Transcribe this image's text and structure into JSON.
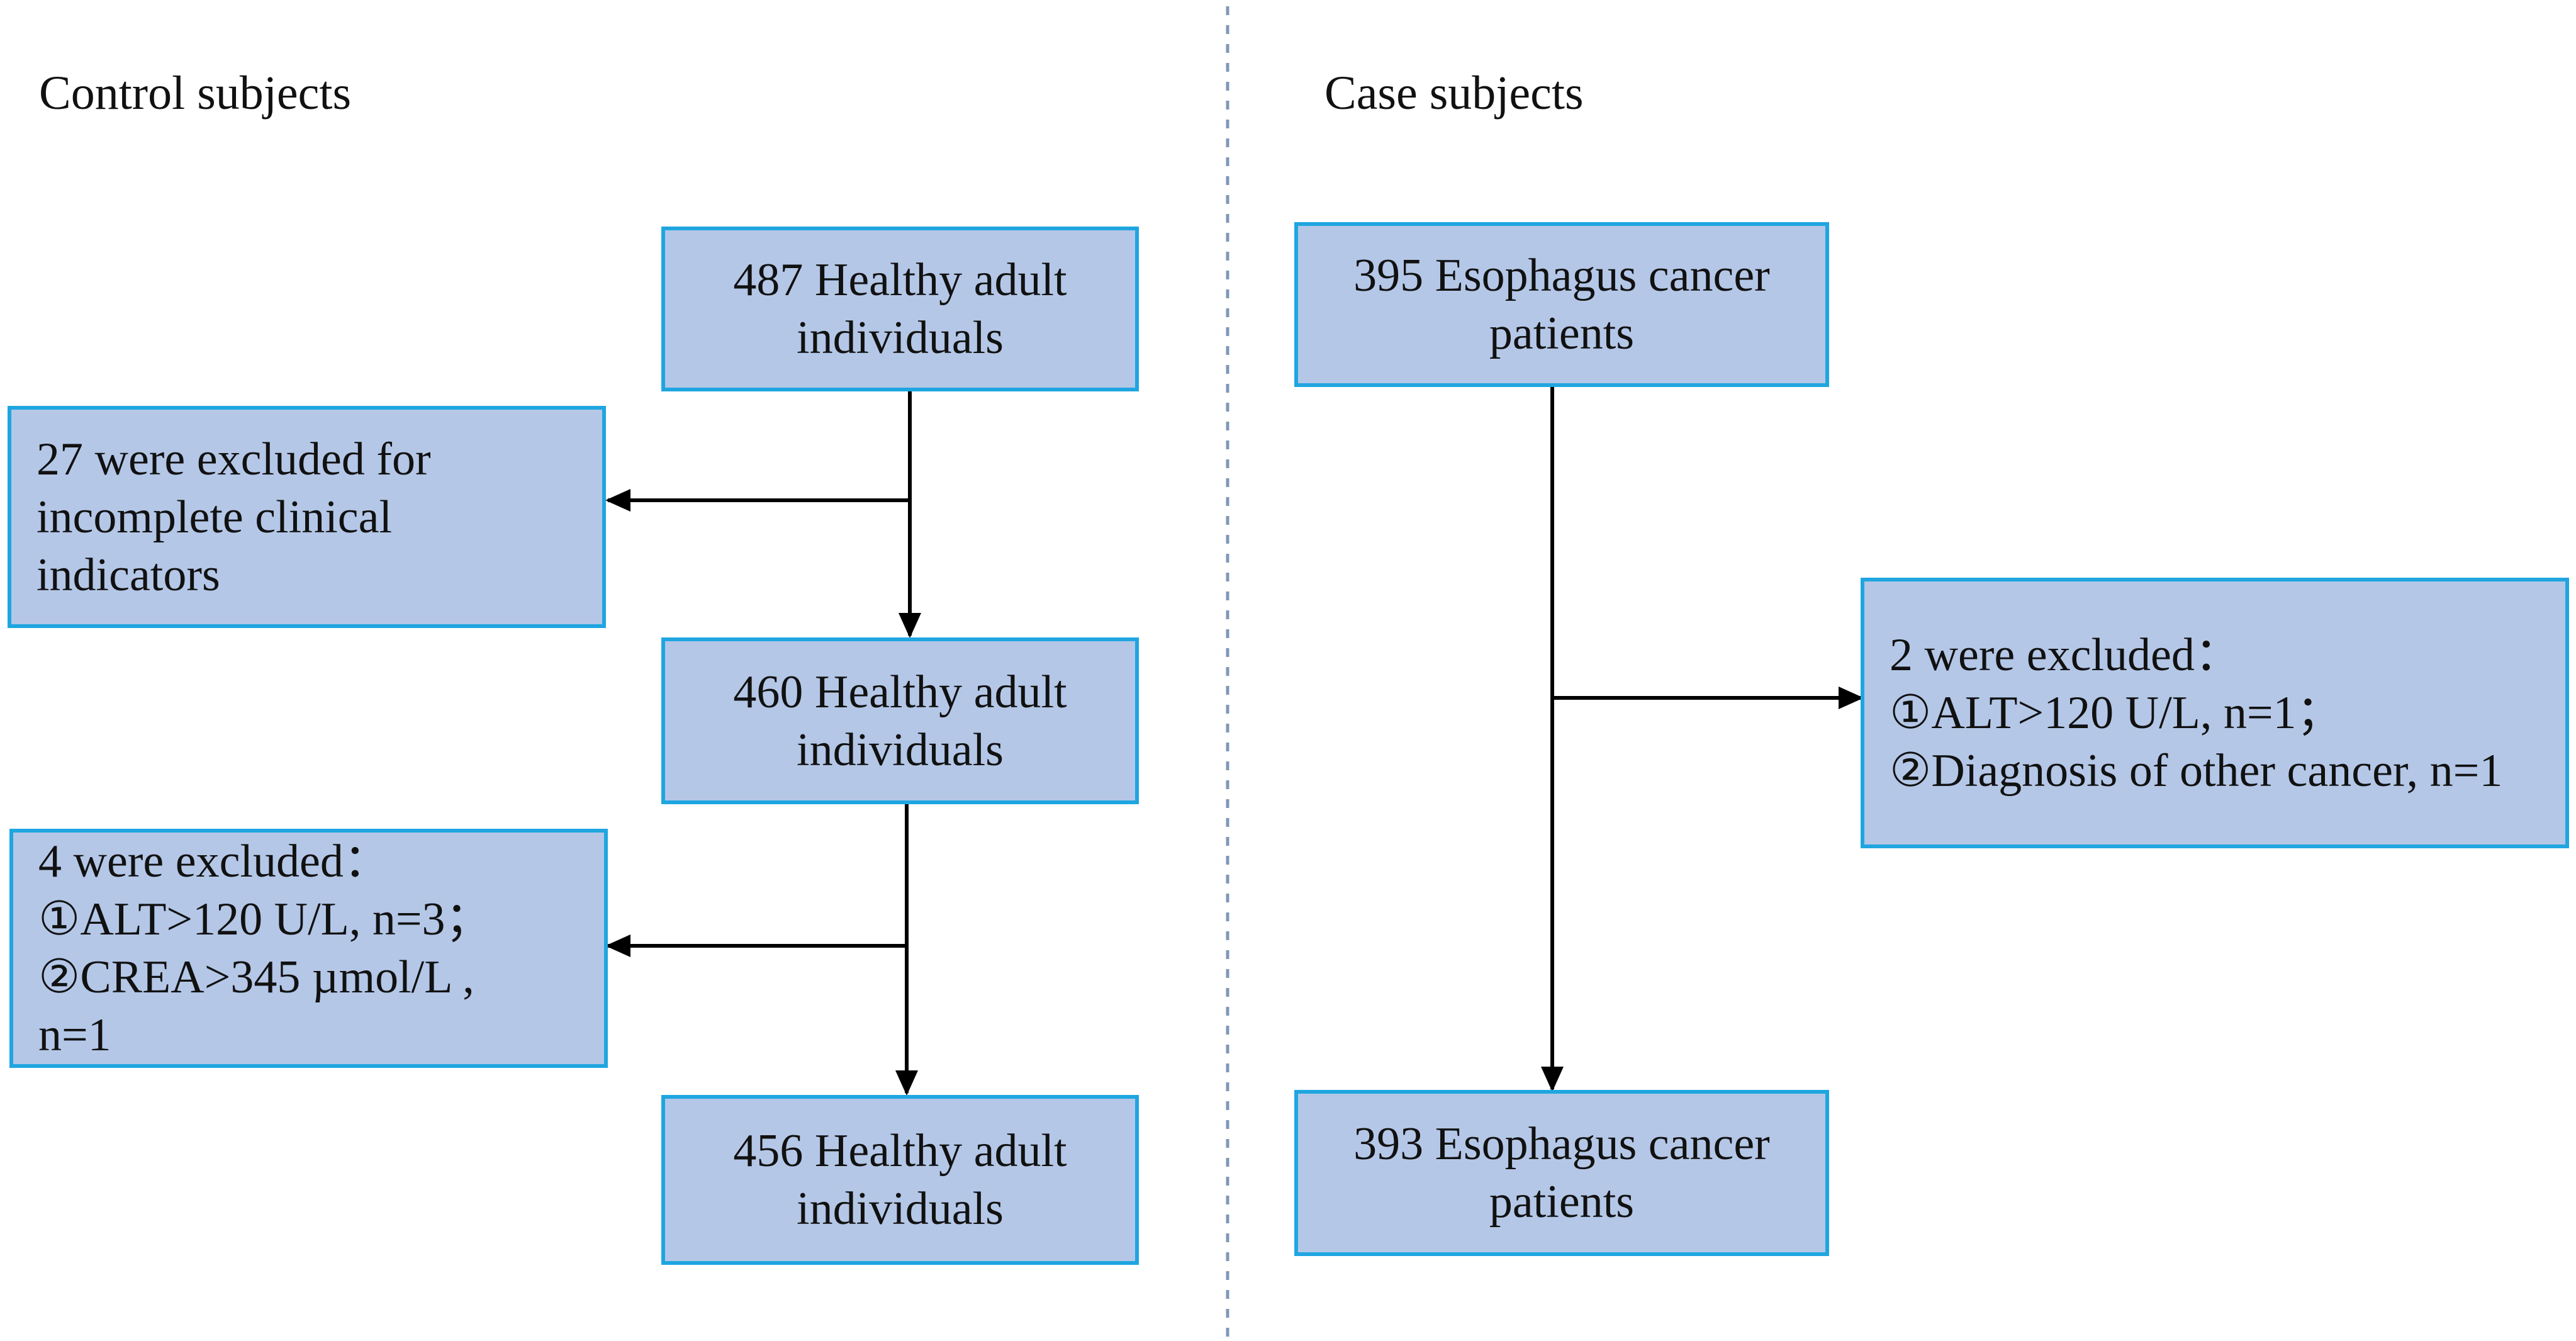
{
  "sections": {
    "control": {
      "title": "Control subjects"
    },
    "case": {
      "title": "Case subjects"
    }
  },
  "control_flow": {
    "start": {
      "lines": [
        "487 Healthy adult",
        "individuals"
      ]
    },
    "exclusion_1": {
      "lines": [
        "27 were excluded for",
        "incomplete clinical",
        "indicators"
      ]
    },
    "middle": {
      "lines": [
        "460 Healthy adult",
        "individuals"
      ]
    },
    "exclusion_2": {
      "lines": [
        "4 were excluded：",
        "①ALT>120 U/L, n=3；",
        "②CREA>345 µmol/L ,",
        "n=1"
      ]
    },
    "final": {
      "lines": [
        "456 Healthy adult",
        "individuals"
      ]
    }
  },
  "case_flow": {
    "start": {
      "lines": [
        "395 Esophagus cancer",
        "patients"
      ]
    },
    "exclusion": {
      "lines": [
        "2 were excluded：",
        "①ALT>120 U/L, n=1；",
        "②Diagnosis of other cancer, n=1"
      ]
    },
    "final": {
      "lines": [
        "393 Esophagus cancer",
        "patients"
      ]
    }
  },
  "colors": {
    "box_fill": "#b4c7e7",
    "box_border": "#1fa6e0",
    "divider": "#7f97b7",
    "arrow": "#000000"
  }
}
